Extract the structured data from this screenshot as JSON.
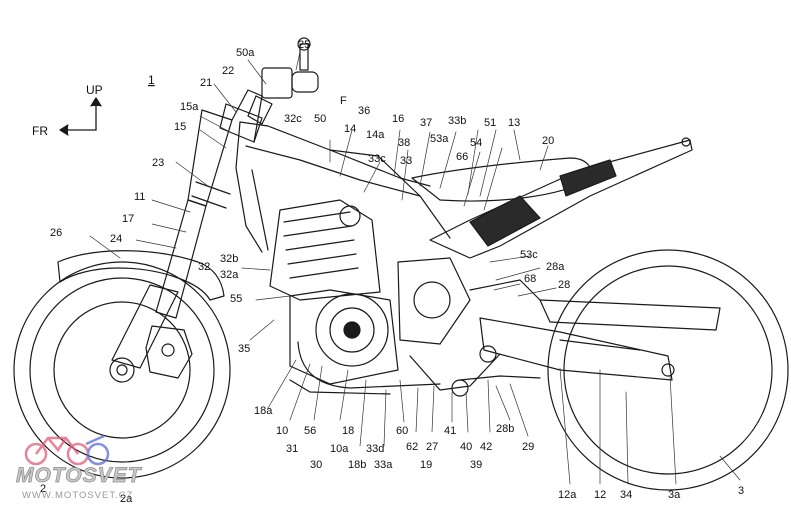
{
  "figure": {
    "number": "1",
    "direction_up": "UP",
    "direction_front": "FR"
  },
  "labels": [
    "50a",
    "25",
    "1",
    "22",
    "21",
    "15a",
    "15",
    "F",
    "50",
    "36",
    "32c",
    "14",
    "14a",
    "16",
    "37",
    "33b",
    "53a",
    "51",
    "13",
    "20",
    "38",
    "33c",
    "66",
    "54",
    "33",
    "23",
    "11",
    "17",
    "26",
    "24",
    "32",
    "32b",
    "32a",
    "55",
    "35",
    "53c",
    "28a",
    "68",
    "28",
    "18a",
    "10",
    "31",
    "56",
    "18",
    "10a",
    "33d",
    "60",
    "62",
    "27",
    "41",
    "40",
    "42",
    "28b",
    "29",
    "30",
    "18b",
    "33a",
    "19",
    "39",
    "12a",
    "12",
    "34",
    "3a",
    "3",
    "2",
    "2a"
  ],
  "watermark": {
    "brand": "MOTOSVET",
    "url": "WWW.MOTOSVET.CZ",
    "logo": "motosvet-logo"
  }
}
